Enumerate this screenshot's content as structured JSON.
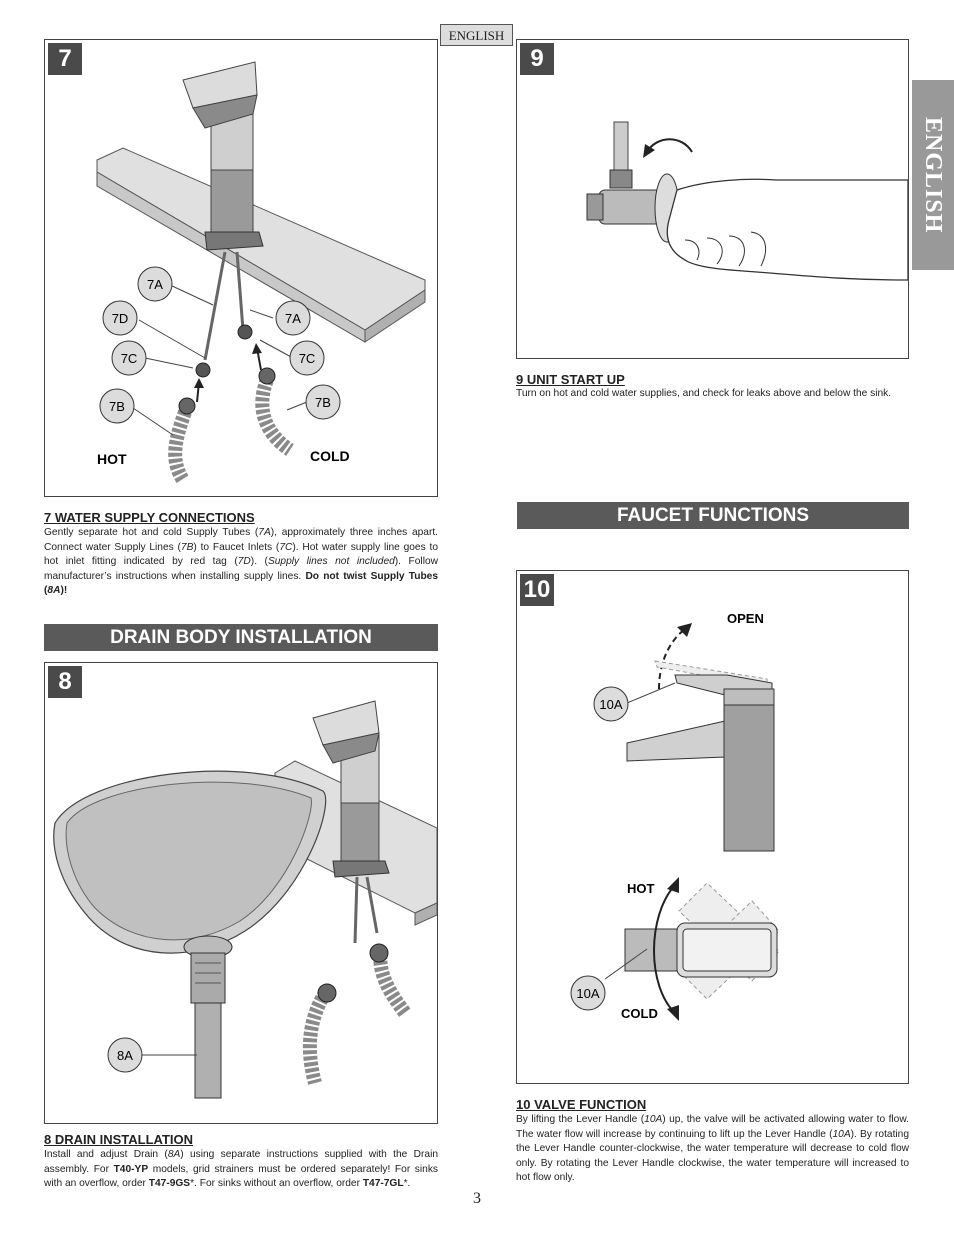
{
  "header": {
    "language_tag": "ENGLISH"
  },
  "side_tab": {
    "label": "ENGLISH"
  },
  "page_number": "3",
  "step7": {
    "number": "7",
    "labels": {
      "a1": "7A",
      "a2": "7A",
      "d": "7D",
      "c1": "7C",
      "c2": "7C",
      "b1": "7B",
      "b2": "7B",
      "hot": "HOT",
      "cold": "COLD"
    },
    "heading": "7  WATER SUPPLY CONNECTIONS",
    "text": {
      "t1": "Gently separate hot and cold Supply Tubes (",
      "r1": "7A",
      "t2": "), approximately three inches apart. Connect water Supply Lines (",
      "r2": "7B",
      "t3": ") to Faucet Inlets (",
      "r3": "7C",
      "t4": ").  Hot water supply line goes to hot inlet fitting indicated by red tag (",
      "r4": "7D",
      "t5": ").  (",
      "r5": "Supply lines not included",
      "t6": ").  Follow manufacturer’s instructions when installing supply lines.  ",
      "b1": "Do not twist Supply Tubes (",
      "b2": "8A",
      "b3": ")!"
    }
  },
  "drain_banner": "DRAIN BODY INSTALLATION",
  "step8": {
    "number": "8",
    "labels": {
      "a": "8A"
    },
    "heading": "8  DRAIN INSTALLATION",
    "text": {
      "t1": "Install and adjust Drain (",
      "r1": "8A",
      "t2": ") using separate instructions supplied with the Drain assembly. For ",
      "b1": "T40-YP",
      "t3": " models, grid strainers must be ordered separately!  For sinks with an overflow, order ",
      "b2": "T47-9GS",
      "t4": "*.  For  sinks without an overflow, order ",
      "b3": "T47-7GL",
      "t5": "*."
    }
  },
  "step9": {
    "number": "9",
    "heading": "9  UNIT START UP",
    "text": "Turn on hot and cold water supplies, and check for leaks above and below the sink."
  },
  "faucet_banner": "FAUCET FUNCTIONS",
  "step10": {
    "number": "10",
    "labels": {
      "open": "OPEN",
      "a1": "10A",
      "hot": "HOT",
      "a2": "10A",
      "cold": "COLD"
    },
    "heading": "10  VALVE FUNCTION",
    "text": {
      "t1": "By lifting the Lever Handle (",
      "r1": "10A",
      "t2": ") up, the valve will be activated allowing water to flow. The water flow will increase by continuing to lift up the Lever Handle (",
      "r2": "10A",
      "t3": "). By rotating the Lever Handle counter-clockwise, the water temperature will decrease to cold flow only. By rotating the Lever Handle clockwise, the water temperature will increased to hot flow only."
    }
  }
}
